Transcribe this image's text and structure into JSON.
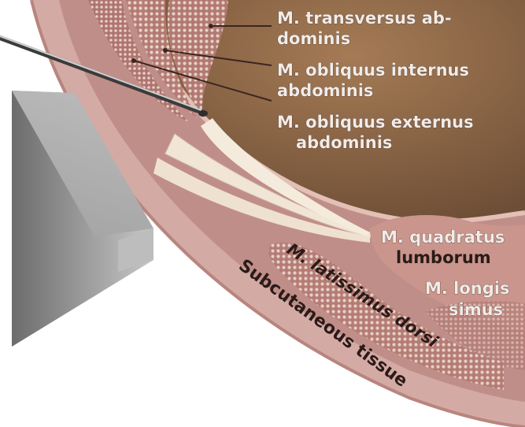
{
  "labels": {
    "transversus": [
      "M. transversus ab-",
      "dominis"
    ],
    "obliquus_internus": [
      "M. obliquus internus",
      "abdominis"
    ],
    "obliquus_externus": [
      "M. obliquus externus",
      "abdominis"
    ],
    "quadratus": [
      "M. quadratus",
      "lumborum"
    ],
    "longissimus": [
      "M. longis",
      "simus"
    ],
    "latissimus": "M. latissimus dorsi",
    "subcutaneous": "Subcutaneous tissue"
  },
  "colors": {
    "skin": "#c79c96",
    "muscle": "#b9847c",
    "cavity": "#8a6447",
    "fascia": "#efe3d3",
    "probe": "#8f8f8f"
  },
  "icons": [
    "ultrasound-probe-icon",
    "needle-icon"
  ]
}
